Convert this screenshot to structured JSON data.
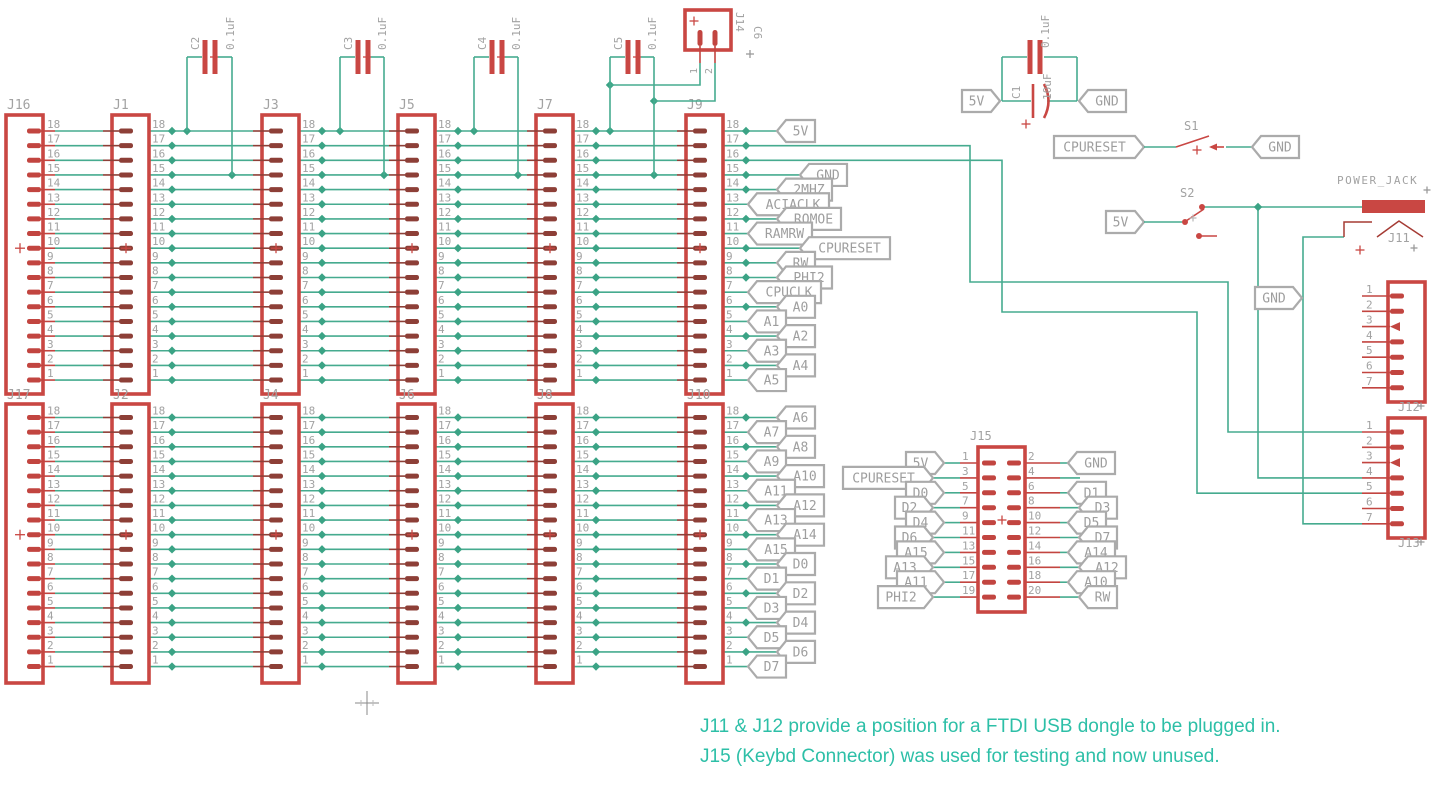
{
  "colors": {
    "wire": "#46ab8f",
    "junction": "#3ba385",
    "part": "#c94743",
    "part_thin": "#a53b34",
    "pad_dark": "#8d3f37",
    "pad_bright": "#c24540",
    "label": "#a2a2a2",
    "flag_stroke": "#ababab",
    "flag_text": "#9e9e9e",
    "note": "#2dbfa7"
  },
  "bus": {
    "pin_count": 18,
    "columns": [
      {
        "top_name": "J16",
        "bottom_name": "J17"
      },
      {
        "top_name": "J1",
        "bottom_name": "J2"
      },
      {
        "top_name": "J3",
        "bottom_name": "J4"
      },
      {
        "top_name": "J5",
        "bottom_name": "J6"
      },
      {
        "top_name": "J7",
        "bottom_name": "J8"
      },
      {
        "top_name": "J9",
        "bottom_name": "J10"
      }
    ],
    "top_flags": {
      "18": "5V",
      "15": "GND",
      "14": "2MHZ",
      "13": "ACIACLK",
      "12": "ROMOE",
      "11": "RAMRW",
      "10": "CPURESET",
      "9": "RW",
      "8": "PHI2",
      "7": "CPUCLK",
      "6": "A0",
      "5": "A1",
      "4": "A2",
      "3": "A3",
      "2": "A4",
      "1": "A5"
    },
    "bottom_flags": {
      "18": "A6",
      "17": "A7",
      "16": "A8",
      "15": "A9",
      "14": "A10",
      "13": "A11",
      "12": "A12",
      "11": "A13",
      "10": "A14",
      "9": "A15",
      "8": "D0",
      "7": "D1",
      "6": "D2",
      "5": "D3",
      "4": "D4",
      "3": "D5",
      "2": "D6",
      "1": "D7"
    }
  },
  "capacitors": [
    {
      "name": "C2",
      "value": "0.1uF"
    },
    {
      "name": "C3",
      "value": "0.1uF"
    },
    {
      "name": "C4",
      "value": "0.1uF"
    },
    {
      "name": "C5",
      "value": "0.1uF"
    }
  ],
  "j14": {
    "name": "J14",
    "aux_label": "C6",
    "pin_numbers": [
      "1",
      "2"
    ]
  },
  "power_filter": {
    "flag_left": "5V",
    "flag_right": "GND",
    "cap_top_value": "0.1uF",
    "cap_bottom_name": "C1",
    "cap_bottom_value": "10uF"
  },
  "switches": [
    {
      "name": "S1",
      "left_flag": "CPURESET",
      "right_flag": "GND"
    },
    {
      "name": "S2",
      "left_flag": "5V"
    }
  ],
  "power_jack": {
    "label": "POWER_JACK",
    "ref": "J11"
  },
  "right_gnd_flag": "GND",
  "right_headers": [
    {
      "name": "J12",
      "pin_count": 7
    },
    {
      "name": "J13",
      "pin_count": 7
    }
  ],
  "j15": {
    "name": "J15",
    "left_pins": [
      {
        "n": "1",
        "flag": "5V"
      },
      {
        "n": "3",
        "flag": "CPURESET"
      },
      {
        "n": "5",
        "flag": "D0"
      },
      {
        "n": "7",
        "flag": "D2"
      },
      {
        "n": "9",
        "flag": "D4"
      },
      {
        "n": "11",
        "flag": "D6"
      },
      {
        "n": "13",
        "flag": "A15"
      },
      {
        "n": "15",
        "flag": "A13"
      },
      {
        "n": "17",
        "flag": "A11"
      },
      {
        "n": "19",
        "flag": "PHI2"
      }
    ],
    "right_pins": [
      {
        "n": "2",
        "flag": "GND"
      },
      {
        "n": "4",
        "flag": null
      },
      {
        "n": "6",
        "flag": "D1"
      },
      {
        "n": "8",
        "flag": "D3"
      },
      {
        "n": "10",
        "flag": "D5"
      },
      {
        "n": "12",
        "flag": "D7"
      },
      {
        "n": "14",
        "flag": "A14"
      },
      {
        "n": "16",
        "flag": "A12"
      },
      {
        "n": "18",
        "flag": "A10"
      },
      {
        "n": "20",
        "flag": "RW"
      }
    ]
  },
  "notes": {
    "line1": "J11 & J12 provide a position for a FTDI USB dongle to be plugged in.",
    "line2": "J15 (Keybd Connector) was used for testing and now unused."
  }
}
